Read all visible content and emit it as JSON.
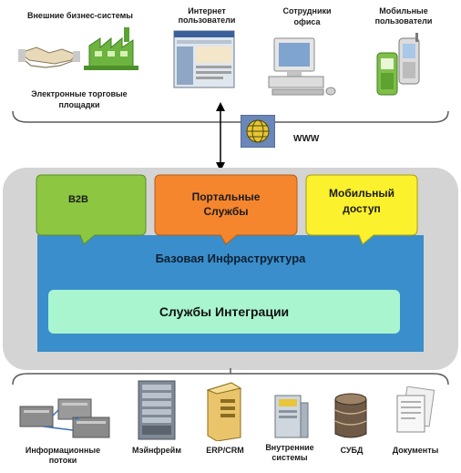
{
  "top": {
    "external": {
      "title": "Внешние бизнес-системы",
      "subtitle_line1": "Электронные торговые",
      "subtitle_line2": "площадки",
      "icon": "handshake-factory-icon"
    },
    "internet_users": {
      "line1": "Интернет",
      "line2": "пользователи",
      "icon": "browser-window-icon"
    },
    "office_staff": {
      "line1": "Сотрудники",
      "line2": "офиса",
      "icon": "desktop-computer-icon"
    },
    "mobile_users": {
      "line1": "Мобильные",
      "line2": "пользователи",
      "icon": "mobile-devices-icon"
    },
    "www": {
      "label": "WWW",
      "icon": "globe-icon"
    }
  },
  "platform": {
    "services": [
      {
        "line1": "B2B",
        "line2": "",
        "color": "#8dc640"
      },
      {
        "line1": "Портальные",
        "line2": "Службы",
        "color": "#f5862d"
      },
      {
        "line1": "Мобильный",
        "line2": "доступ",
        "color": "#fbf12c"
      }
    ],
    "base": {
      "label": "Базовая Инфраструктура",
      "color": "#3a8ecb"
    },
    "integration": {
      "label": "Службы Интеграции",
      "color": "#a9f5cf"
    },
    "frame_color": "#d4d4d4"
  },
  "bottom": [
    {
      "line1": "Информационные",
      "line2": "потоки",
      "icon": "servers-network-icon"
    },
    {
      "line1": "Мэйнфрейм",
      "line2": "",
      "icon": "mainframe-icon"
    },
    {
      "line1": "ERP/CRM",
      "line2": "",
      "icon": "server-tower-icon"
    },
    {
      "line1": "Внутренние",
      "line2": "системы",
      "icon": "internal-system-icon"
    },
    {
      "line1": "СУБД",
      "line2": "",
      "icon": "database-icon"
    },
    {
      "line1": "Документы",
      "line2": "",
      "icon": "documents-icon"
    }
  ]
}
